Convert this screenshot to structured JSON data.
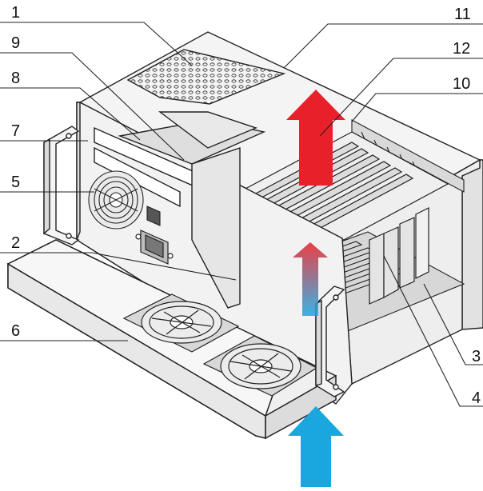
{
  "callouts": {
    "c1": "1",
    "c2": "2",
    "c3": "3",
    "c4": "4",
    "c5": "5",
    "c6": "6",
    "c7": "7",
    "c8": "8",
    "c9": "9",
    "c10": "10",
    "c11": "11",
    "c12": "12"
  },
  "colors": {
    "line": "#222222",
    "panel_light": "#f2f2f2",
    "panel_mid": "#dcdcdc",
    "panel_dark": "#bdbdbd",
    "hot_air": "#e8202a",
    "cool_air": "#1aa7e0"
  },
  "icons": [
    "fan-icon",
    "power-switch-icon",
    "power-socket-icon",
    "airflow-arrow-icon"
  ]
}
